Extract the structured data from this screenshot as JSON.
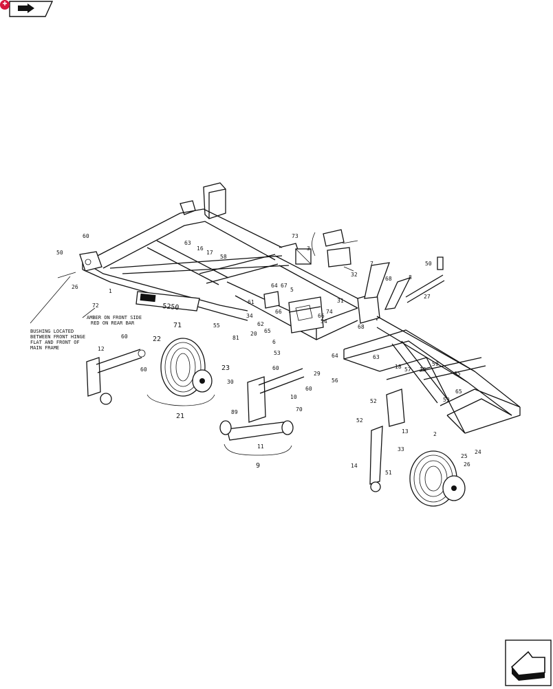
{
  "diagram": {
    "brand_plate": "5250",
    "notes": {
      "amber_line1": "AMBER ON FRONT SIDE",
      "amber_line2": "RED ON REAR BAR",
      "bushing_line1": "BUSHING LOCATED",
      "bushing_line2": "BETWEEN FRONT HINGE",
      "bushing_line3": "FLAT AND FRONT OF",
      "bushing_line4": "MAIN FRAME"
    },
    "labels": [
      "50",
      "60",
      "26",
      "72",
      "1",
      "71",
      "73",
      "3",
      "32",
      "7",
      "68",
      "8",
      "50",
      "27",
      "63",
      "16",
      "17",
      "58",
      "64",
      "67",
      "5",
      "31",
      "61",
      "34",
      "62",
      "65",
      "66",
      "74",
      "66",
      "54",
      "55",
      "81",
      "20",
      "6",
      "53",
      "60",
      "64",
      "29",
      "56",
      "68",
      "63",
      "18",
      "57",
      "15",
      "59",
      "65",
      "65",
      "59",
      "22",
      "23",
      "21",
      "12",
      "60",
      "60",
      "30",
      "89",
      "10",
      "70",
      "11",
      "9",
      "60",
      "52",
      "52",
      "13",
      "2",
      "33",
      "51",
      "14",
      "25",
      "26",
      "24"
    ]
  },
  "nav": {
    "top_icon": "return-to-index-icon",
    "bottom_icon": "next-page-arrow-icon"
  }
}
